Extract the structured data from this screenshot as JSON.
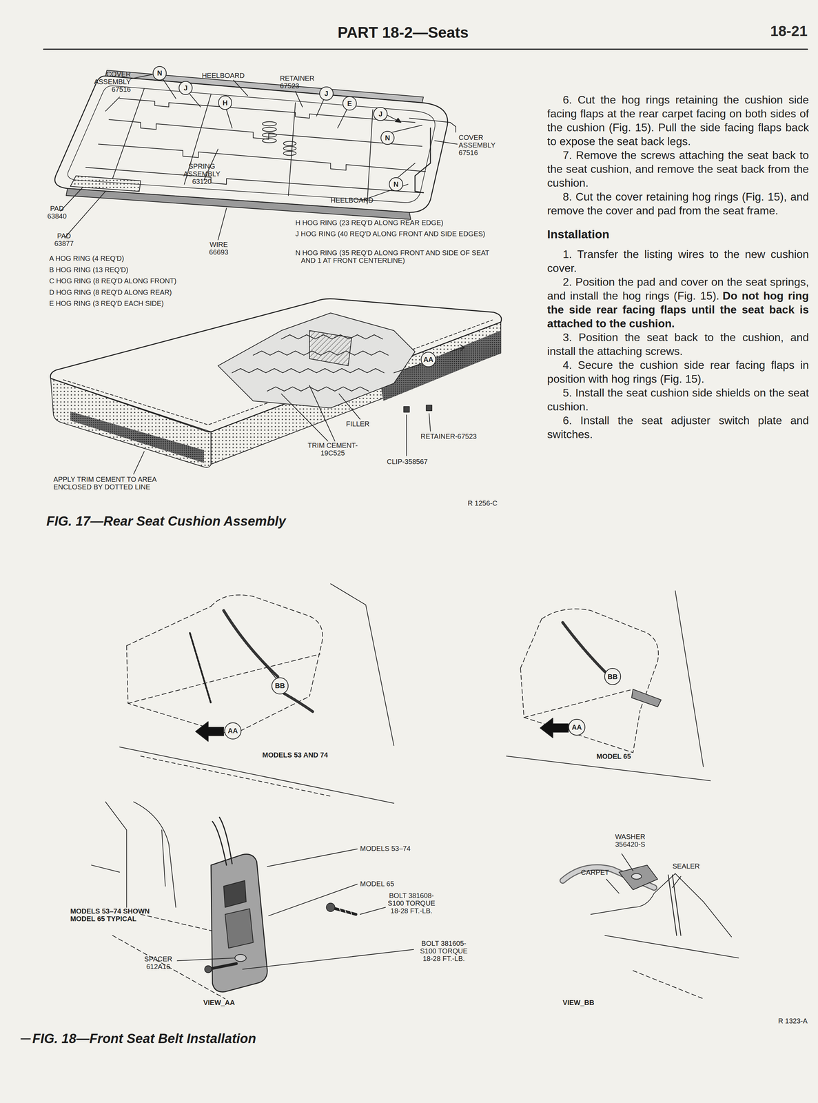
{
  "diagram": {
    "title": "PART 18-2—Seats",
    "nodes": [
      {
        "text": [
          "N"
        ]
      },
      {
        "text": [
          "J"
        ]
      },
      {
        "text": [
          "H"
        ]
      },
      {
        "text": [
          "J"
        ]
      },
      {
        "text": [
          "E"
        ]
      },
      {
        "text": [
          "J"
        ]
      },
      {
        "text": [
          "N"
        ]
      },
      {
        "text": [
          "N"
        ]
      },
      {
        "text": [
          "AA"
        ]
      },
      {
        "text": [
          "BB"
        ]
      },
      {
        "text": [
          "AA"
        ]
      },
      {
        "text": [
          "BB"
        ]
      },
      {
        "text": [
          "AA"
        ]
      }
    ],
    "labels": [
      "18-21",
      "COVER ASSEMBLY 67516",
      "HEELBOARD",
      "RETAINER 67523",
      "COVER ASSEMBLY 67516",
      "SPRING ASSEMBLY 63120",
      "HEELBOARD",
      "PAD 63840",
      "PAD 63877",
      "WIRE 66693",
      "H HOG RING (23 REQ'D ALONG REAR EDGE)",
      "J HOG RING (40 REQ'D ALONG FRONT AND SIDE EDGES)",
      "N HOG RING (35 REQ'D ALONG FRONT AND SIDE OF SEAT AND 1 AT FRONT CENTERLINE)",
      "A HOG RING (4 REQ'D)",
      "B HOG RING (13 REQ'D)",
      "C HOG RING (8 REQ'D ALONG FRONT)",
      "D HOG RING (8 REQ'D ALONG REAR)",
      "E HOG RING (3 REQ'D EACH SIDE)",
      "FILLER",
      "RETAINER-67523",
      "TRIM CEMENT- 19C525",
      "CLIP-358567",
      "APPLY TRIM CEMENT TO AREA ENCLOSED BY DOTTED LINE",
      "R 1256-C",
      "FIG. 17—Rear Seat Cushion Assembly",
      "6. Cut the hog rings retaining the cushion side facing flaps at the rear carpet facing on both sides of the cushion (Fig. 15). Pull the side facing flaps back to expose the seat back legs.",
      "7. Remove the screws attaching the seat back to the seat cushion, and remove the seat back from the cushion.",
      "8. Cut the cover retaining hog rings (Fig. 15), and remove the cover and pad from the seat frame.",
      "Installation",
      "1. Transfer the listing wires to the new cushion cover.",
      "2. Position the pad and cover on the seat springs, and install the hog rings (Fig. 15).",
      "Do not hog ring the side rear facing flaps until the seat back is attached to the cushion.",
      "3. Position the seat back to the cushion, and install the attaching screws.",
      "4. Secure the cushion side rear facing flaps in position with hog rings (Fig. 15).",
      "5. Install the seat cushion side shields on the seat cushion.",
      "6. Install the seat adjuster switch plate and switches.",
      "MODELS 53 AND 74",
      "MODEL 65",
      "MODELS 53–74",
      "MODEL 65",
      "BOLT 381608-S100 TORQUE 18-28 FT.-LB.",
      "WASHER 356420-S",
      "CARPET",
      "SEALER",
      "MODELS 53–74 SHOWN MODEL 65 TYPICAL",
      "BOLT 381605-S100 TORQUE 18-28 FT.-LB.",
      "SPACER 612A16",
      "VIEW_AA",
      "VIEW_BB",
      "R 1323-A",
      "FIG. 18—Front Seat Belt Installation"
    ]
  }
}
